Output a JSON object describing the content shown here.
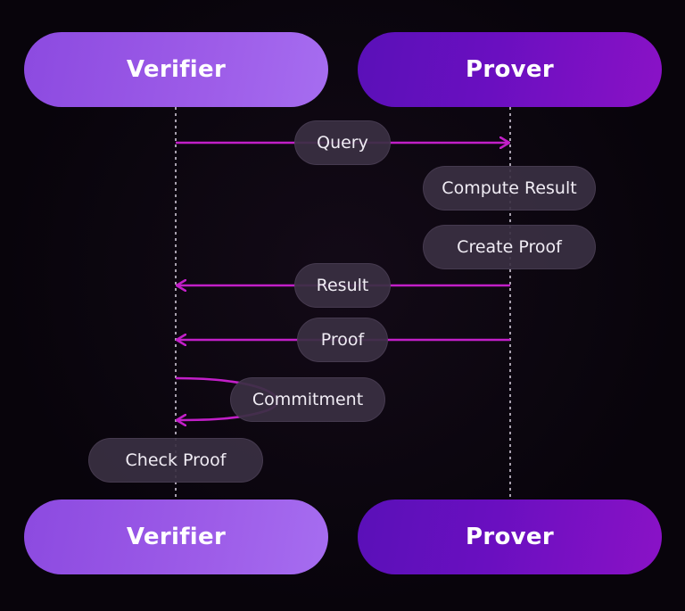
{
  "diagram": {
    "type": "sequence-diagram",
    "colors": {
      "background": "#08040b",
      "verifier": "#9b5ae8",
      "prover": "#6a0fc0",
      "arrow": "#c21fc8",
      "message_pill": "#3a3042",
      "lifeline": "#cfc6d6"
    },
    "actors": {
      "verifier_label": "Verifier",
      "prover_label": "Prover"
    },
    "messages": [
      {
        "label": "Query",
        "from": "Verifier",
        "to": "Prover"
      },
      {
        "label": "Result",
        "from": "Prover",
        "to": "Verifier"
      },
      {
        "label": "Proof",
        "from": "Prover",
        "to": "Verifier"
      },
      {
        "label": "Commitment",
        "from": "Verifier",
        "to": "Verifier"
      }
    ],
    "activities": [
      {
        "label": "Compute Result",
        "actor": "Prover"
      },
      {
        "label": "Create Proof",
        "actor": "Prover"
      },
      {
        "label": "Check Proof",
        "actor": "Verifier"
      }
    ]
  }
}
